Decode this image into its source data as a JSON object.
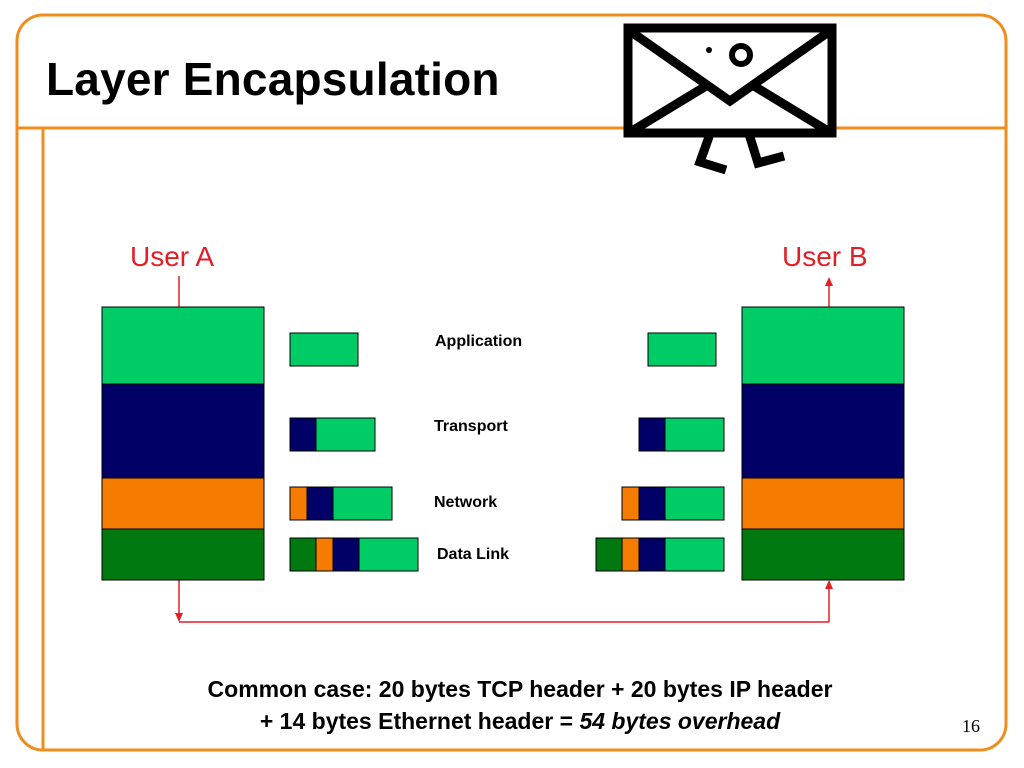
{
  "slide": {
    "title": "Layer Encapsulation",
    "page_number": "16",
    "user_a": "User A",
    "user_b": "User B",
    "layers": [
      {
        "name": "Application"
      },
      {
        "name": "Transport"
      },
      {
        "name": "Network"
      },
      {
        "name": "Data Link"
      }
    ],
    "caption": {
      "line1": "Common case: 20 bytes TCP header + 20 bytes IP header",
      "line2_prefix": "+ 14 bytes Ethernet header = ",
      "line2_emphasis": "54 bytes overhead"
    },
    "icon": "envelope-with-legs-icon"
  },
  "colors": {
    "frame_orange": "#ef8d1e",
    "application": "#00cc66",
    "transport": "#000066",
    "network": "#f57c00",
    "data_link": "#007a10",
    "arrow_red": "#e21f26",
    "text_red": "#e21f26"
  }
}
